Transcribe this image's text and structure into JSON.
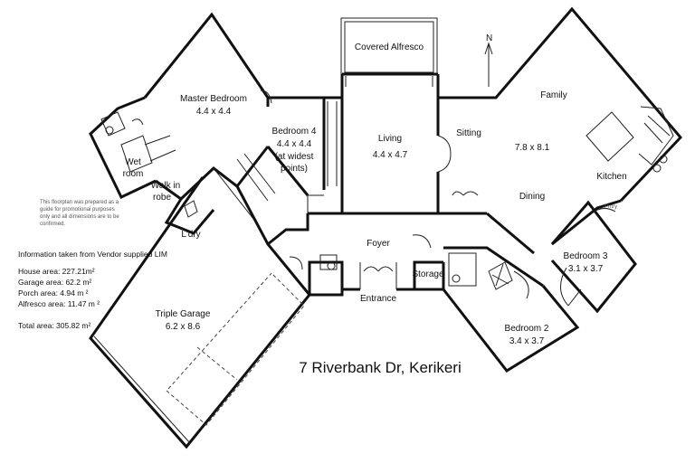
{
  "rooms": {
    "covered_alfresco": "Covered Alfresco",
    "master_bedroom": "Master Bedroom",
    "master_bedroom_size": "4.4 x 4.4",
    "bedroom4": "Bedroom 4",
    "bedroom4_size": "4.4 x 4.4",
    "bedroom4_note_1": "(at widest",
    "bedroom4_note_2": "points)",
    "living": "Living",
    "living_size": "4.4 x 4.7",
    "sitting": "Sitting",
    "family": "Family",
    "family_size": "7.8 x 8.1",
    "dining": "Dining",
    "kitchen": "Kitchen",
    "pantry": "Pntry",
    "wet_room_1": "Wet",
    "wet_room_2": "room",
    "walk_in_robe_1": "Walk in",
    "walk_in_robe_2": "robe",
    "laundry": "L'dry",
    "foyer": "Foyer",
    "storage": "Storage",
    "entrance": "Entrance",
    "bedroom3": "Bedroom 3",
    "bedroom3_size": "3.1 x 3.7",
    "bedroom2": "Bedroom 2",
    "bedroom2_size": "3.4 x 3.7",
    "triple_garage": "Triple Garage",
    "triple_garage_size": "6.2 x 8.6"
  },
  "compass": "N",
  "disclaimer": [
    "This floorplan was prepared as a",
    "guide for promotional purposes",
    "only and all dimensions are to be",
    "confirmed."
  ],
  "info": {
    "heading": "Information taken from Vendor supplied LIM",
    "house": "House area: 227.21m²",
    "garage": "Garage area: 62.2 m²",
    "porch": "Porch area: 4.94 m ²",
    "alfresco": "Alfresco area: 11.47 m ²",
    "total": "Total area: 305.82 m²"
  },
  "address": "7 Riverbank Dr, Kerikeri"
}
